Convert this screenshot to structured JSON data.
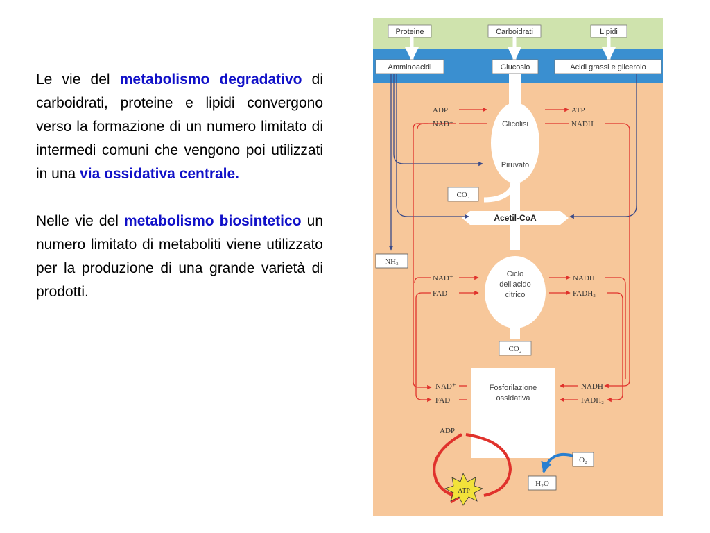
{
  "paragraph1": {
    "t1": "Le vie del ",
    "h1": "metabolismo degradativo",
    "t2": " di carboidrati, proteine e lipidi convergono verso la formazione di un numero limitato di intermedi comuni che vengono poi utilizzati in una ",
    "h2": "via ossidativa centrale."
  },
  "paragraph2": {
    "t1": "Nelle vie del ",
    "h1": "metabolismo biosintetico",
    "t2": " un numero limitato di metaboliti viene utilizzato per la produzione di una grande varietà di prodotti."
  },
  "diagram": {
    "sources": [
      "Proteine",
      "Carboidrati",
      "Lipidi"
    ],
    "monomers": [
      "Amminoacidi",
      "Glucosio",
      "Acidi grassi e glicerolo"
    ],
    "glycolysis": "Glicolisi",
    "pyruvate": "Piruvato",
    "acetyl_coa": "Acetil-CoA",
    "krebs": [
      "Ciclo",
      "dell'acido",
      "citrico"
    ],
    "oxphos": [
      "Fosforilazione",
      "ossidativa"
    ],
    "adp": "ADP",
    "atp": "ATP",
    "nad_plus": "NAD⁺",
    "nadh": "NADH",
    "fad": "FAD",
    "fadh2": "FADH₂",
    "co2": "CO₂",
    "nh3": "NH₃",
    "o2": "O₂",
    "h2o": "H₂O",
    "colors": {
      "top_band": "#cfe3ad",
      "blue_band": "#3a8fd0",
      "body": "#f7c79a",
      "arrow_red": "#e0322c",
      "line_dark": "#3a4a88",
      "atp_star": "#f2e23a"
    }
  }
}
